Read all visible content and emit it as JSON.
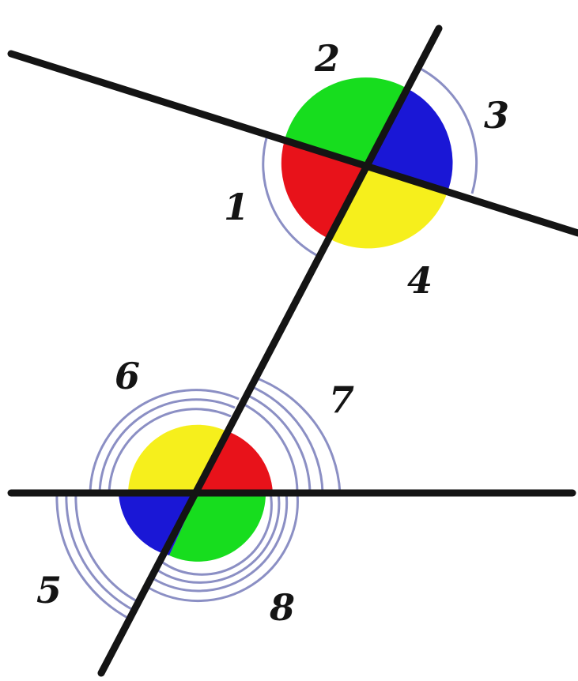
{
  "diagram": {
    "labels": {
      "angle_1": "1",
      "angle_2": "2",
      "angle_3": "3",
      "angle_4": "4",
      "angle_5": "5",
      "angle_6": "6",
      "angle_7": "7",
      "angle_8": "8"
    },
    "colors": {
      "line": "#141414",
      "red": "#e8121a",
      "green": "#17dd1e",
      "blue": "#1a17d6",
      "yellow": "#f6ef1c",
      "arc": "#8b8fc4"
    }
  }
}
